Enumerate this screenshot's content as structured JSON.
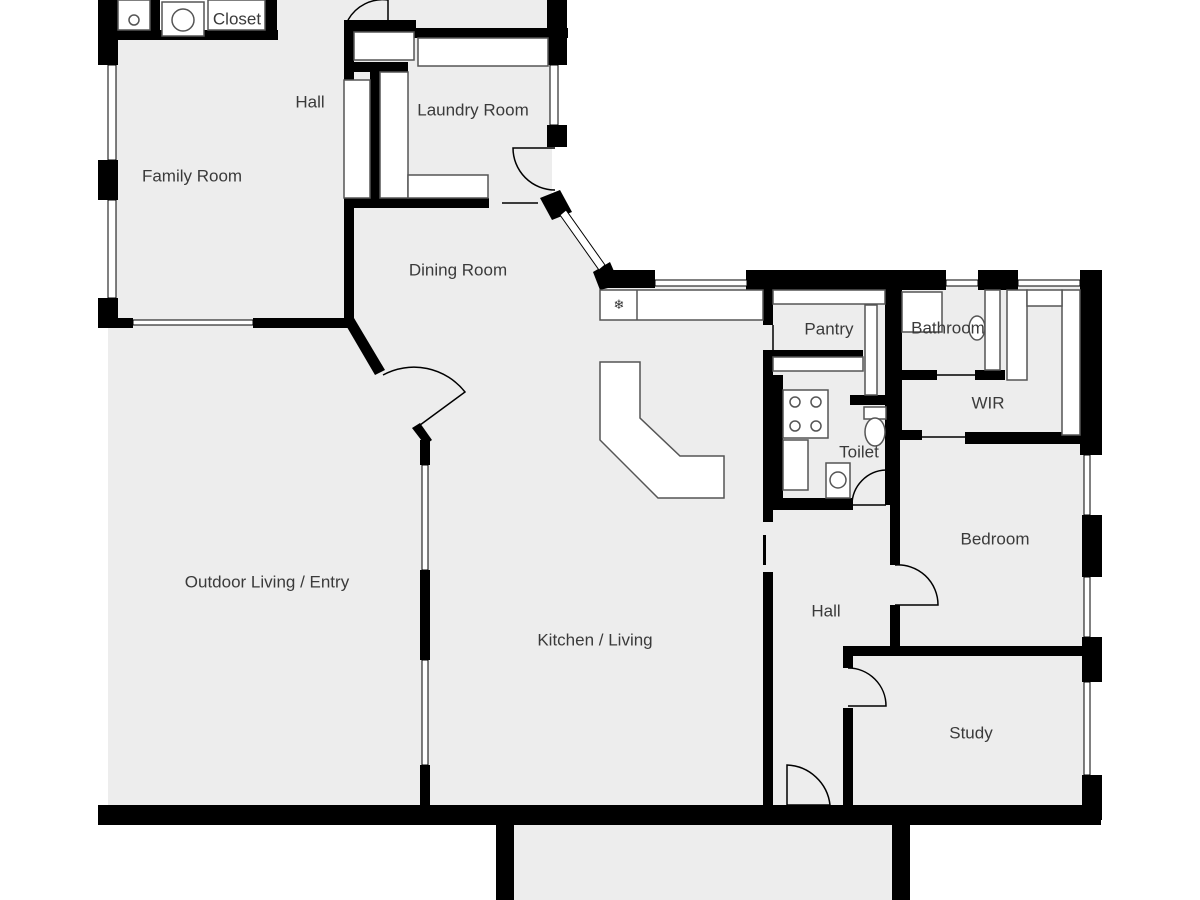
{
  "floor_plan": {
    "rooms": [
      {
        "key": "closet",
        "label": "Closet"
      },
      {
        "key": "hall_north",
        "label": "Hall"
      },
      {
        "key": "family_room",
        "label": "Family Room"
      },
      {
        "key": "laundry_room",
        "label": "Laundry Room"
      },
      {
        "key": "dining_room",
        "label": "Dining Room"
      },
      {
        "key": "pantry",
        "label": "Pantry"
      },
      {
        "key": "bathroom",
        "label": "Bathroom"
      },
      {
        "key": "wir",
        "label": "WIR"
      },
      {
        "key": "toilet",
        "label": "Toilet"
      },
      {
        "key": "bedroom",
        "label": "Bedroom"
      },
      {
        "key": "outdoor_living",
        "label": "Outdoor Living / Entry"
      },
      {
        "key": "kitchen_living",
        "label": "Kitchen / Living"
      },
      {
        "key": "hall_south",
        "label": "Hall"
      },
      {
        "key": "study",
        "label": "Study"
      }
    ]
  }
}
